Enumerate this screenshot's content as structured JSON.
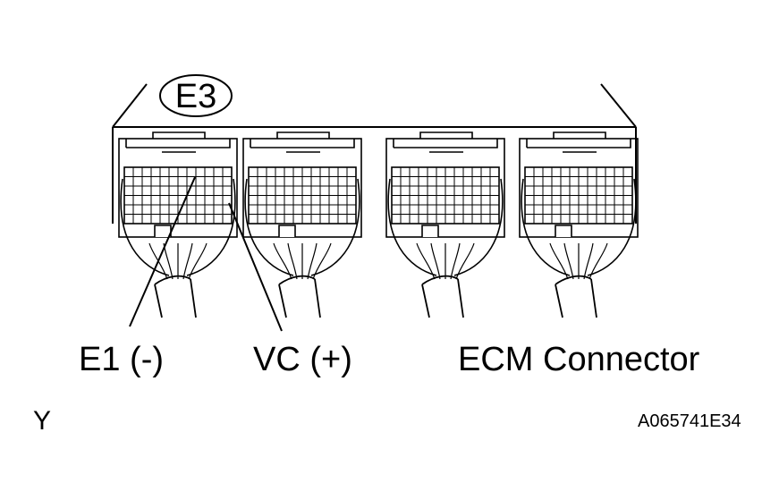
{
  "connector": {
    "id": "E3"
  },
  "labels": {
    "e1": "E1 (-)",
    "vc": "VC (+)",
    "title": "ECM Connector"
  },
  "footer": {
    "orientation": "Y",
    "figure_code": "A065741E34"
  },
  "colors": {
    "line": "#000000",
    "background": "#ffffff"
  }
}
